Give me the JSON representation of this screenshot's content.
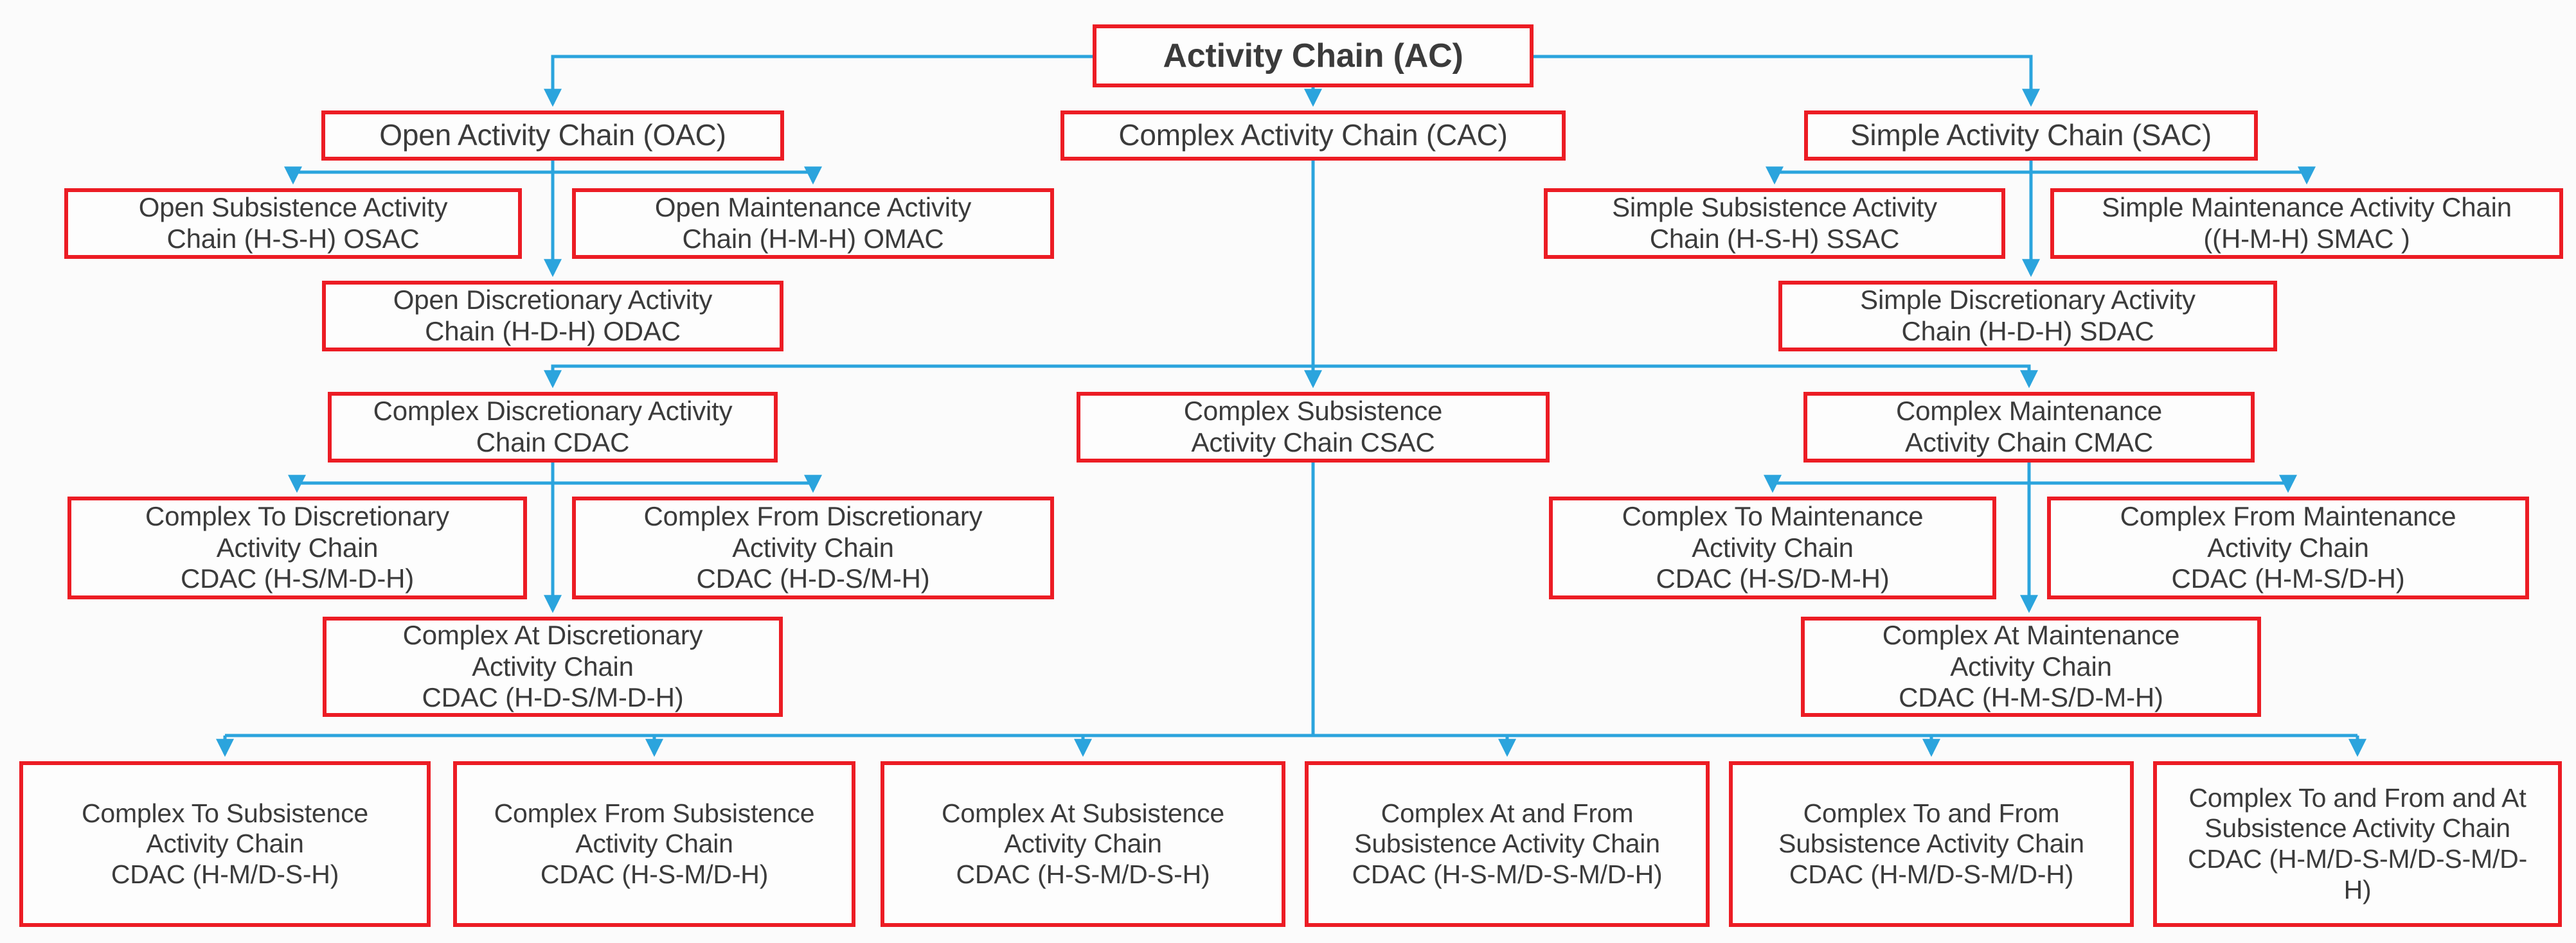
{
  "diagram": {
    "type": "hierarchy-flowchart",
    "root": "Activity Chain (AC)"
  },
  "colors": {
    "box_border": "#ec1c24",
    "connector": "#2ba4dd",
    "text": "#3b3b3b",
    "background": "#fbfbfb",
    "box_fill": "#fdfdfd"
  },
  "nodes": {
    "ac": {
      "title": "Activity Chain (AC)"
    },
    "oac": {
      "title": "Open Activity Chain (OAC)"
    },
    "cac": {
      "title": "Complex Activity Chain (CAC)"
    },
    "sac": {
      "title": "Simple Activity Chain (SAC)"
    },
    "osac": {
      "title": "Open Subsistence Activity Chain (H-S-H) OSAC"
    },
    "omac": {
      "title": "Open Maintenance Activity Chain (H-M-H) OMAC"
    },
    "ssac": {
      "title": "Simple Subsistence Activity Chain (H-S-H) SSAC"
    },
    "smac": {
      "title": "Simple Maintenance Activity Chain ((H-M-H) SMAC )"
    },
    "odac": {
      "title": "Open Discretionary Activity Chain (H-D-H) ODAC"
    },
    "sdac": {
      "title": "Simple Discretionary Activity Chain (H-D-H) SDAC"
    },
    "cdac": {
      "title": "Complex Discretionary Activity Chain CDAC"
    },
    "csac": {
      "title": "Complex Subsistence Activity Chain CSAC"
    },
    "cmac": {
      "title": "Complex Maintenance Activity Chain CMAC"
    },
    "ctdac": {
      "title": "Complex To Discretionary Activity Chain",
      "code": "CDAC (H-S/M-D-H)"
    },
    "cfdac": {
      "title": "Complex From Discretionary Activity Chain",
      "code": "CDAC (H-D-S/M-H)"
    },
    "cadac": {
      "title": "Complex At Discretionary Activity Chain",
      "code": "CDAC (H-D-S/M-D-H)"
    },
    "ctmac": {
      "title": "Complex To Maintenance Activity Chain",
      "code": "CDAC (H-S/D-M-H)"
    },
    "cfmac": {
      "title": "Complex From Maintenance Activity Chain",
      "code": "CDAC (H-M-S/D-H)"
    },
    "camac": {
      "title": "Complex At Maintenance Activity Chain",
      "code": "CDAC (H-M-S/D-M-H)"
    },
    "ctsac": {
      "title": "Complex To Subsistence Activity Chain",
      "code": "CDAC (H-M/D-S-H)"
    },
    "cfsac": {
      "title": "Complex From Subsistence Activity Chain",
      "code": "CDAC (H-S-M/D-H)"
    },
    "casac": {
      "title": "Complex At Subsistence Activity Chain",
      "code": "CDAC (H-S-M/D-S-H)"
    },
    "cafsac": {
      "title": "Complex At and From Subsistence Activity Chain",
      "code": "CDAC (H-S-M/D-S-M/D-H)"
    },
    "ctfsac": {
      "title": "Complex To and From Subsistence Activity Chain",
      "code": "CDAC (H-M/D-S-M/D-H)"
    },
    "ctfasac": {
      "title": "Complex To and From and At Subsistence Activity Chain",
      "code": "CDAC (H-M/D-S-M/D-S-M/D-H)"
    }
  },
  "edges": [
    [
      "AC",
      "OAC"
    ],
    [
      "AC",
      "CAC"
    ],
    [
      "AC",
      "SAC"
    ],
    [
      "OAC",
      "OSAC"
    ],
    [
      "OAC",
      "OMAC"
    ],
    [
      "OAC",
      "ODAC"
    ],
    [
      "SAC",
      "SSAC"
    ],
    [
      "SAC",
      "SMAC"
    ],
    [
      "SAC",
      "SDAC"
    ],
    [
      "CAC",
      "CDAC"
    ],
    [
      "CAC",
      "CSAC"
    ],
    [
      "CAC",
      "CMAC"
    ],
    [
      "CDAC",
      "CTDAC"
    ],
    [
      "CDAC",
      "CFDAC"
    ],
    [
      "CDAC",
      "CADAC"
    ],
    [
      "CMAC",
      "CTMAC"
    ],
    [
      "CMAC",
      "CFMAC"
    ],
    [
      "CMAC",
      "CAMAC"
    ],
    [
      "CSAC",
      "CTSAC"
    ],
    [
      "CSAC",
      "CFSAC"
    ],
    [
      "CSAC",
      "CASAC"
    ],
    [
      "CSAC",
      "CAFSAC"
    ],
    [
      "CSAC",
      "CTFSAC"
    ],
    [
      "CSAC",
      "CTFASAC"
    ]
  ]
}
